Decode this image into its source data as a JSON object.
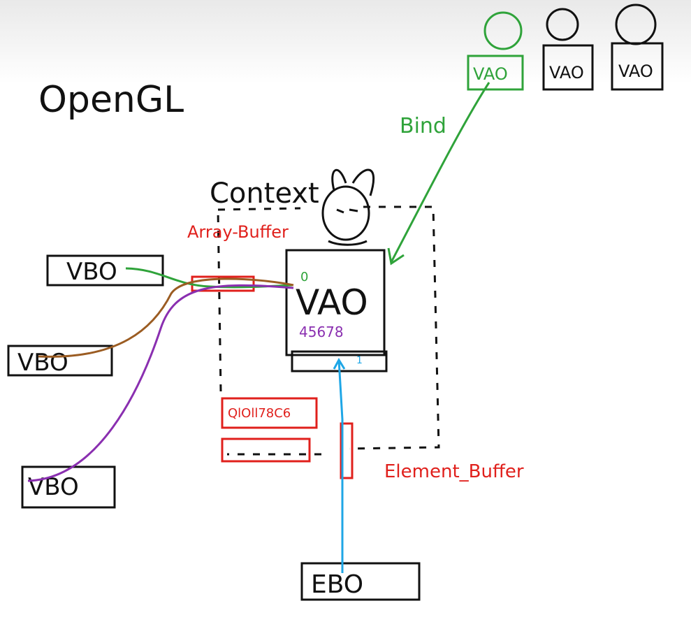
{
  "title": "OpenGL",
  "context": {
    "label": "Context"
  },
  "labels": {
    "array_buffer": "Array-Buffer",
    "element_buffer": "Element_Buffer",
    "bind": "Bind",
    "attrib_indices_top": "0",
    "attrib_indices_bottom": "45678",
    "ebo_slot_index": "1",
    "queue_box": "QlOll78C6"
  },
  "main_vao": {
    "label": "VAO"
  },
  "vbos": [
    {
      "label": "VBO"
    },
    {
      "label": "VBO"
    },
    {
      "label": "VBO"
    }
  ],
  "ebo": {
    "label": "EBO"
  },
  "vao_pool": [
    {
      "label": "VAO"
    },
    {
      "label": "VAO"
    },
    {
      "label": "VAO"
    }
  ],
  "colors": {
    "ink": "#111111",
    "red": "#e0201c",
    "green": "#2fa33a",
    "brown": "#9b5c22",
    "purple": "#8a2fb0",
    "cyan": "#1ea6e6"
  }
}
